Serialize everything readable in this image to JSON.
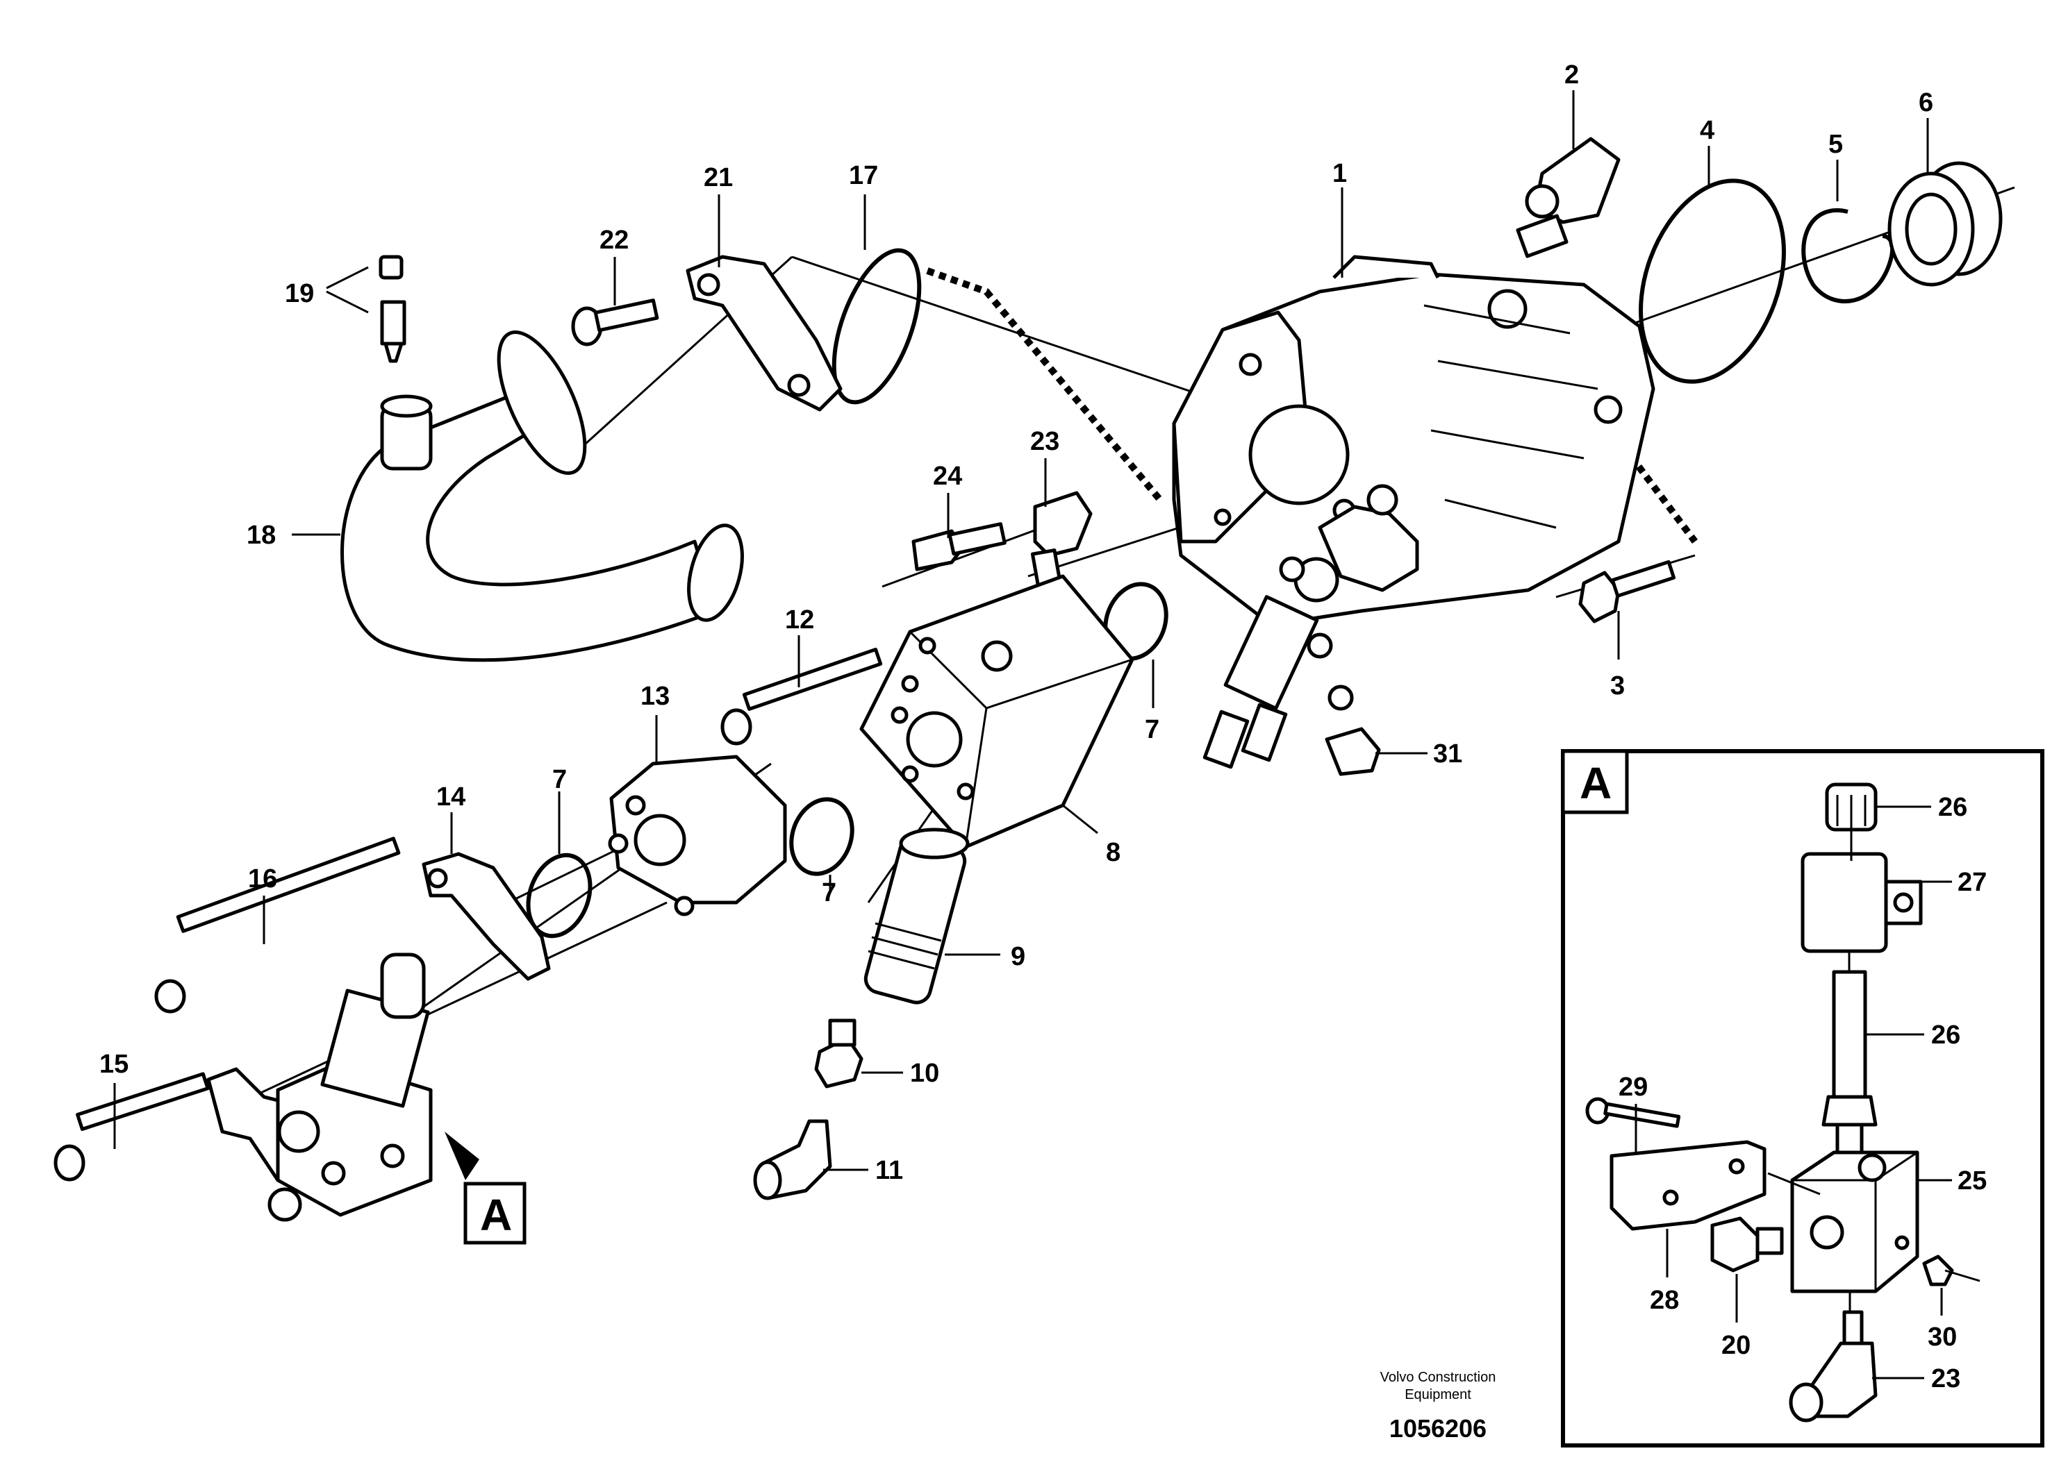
{
  "labels": {
    "l1": "1",
    "l2": "2",
    "l3": "3",
    "l4": "4",
    "l5": "5",
    "l6": "6",
    "l7a": "7",
    "l7b": "7",
    "l7c": "7",
    "l8": "8",
    "l9": "9",
    "l10": "10",
    "l11": "11",
    "l12": "12",
    "l13": "13",
    "l14": "14",
    "l15": "15",
    "l16": "16",
    "l17": "17",
    "l18": "18",
    "l19": "19",
    "l21": "21",
    "l22": "22",
    "l23": "23",
    "l24": "24",
    "l31": "31"
  },
  "detail_labels": {
    "l20": "20",
    "l23": "23",
    "l25": "25",
    "l26a": "26",
    "l26b": "26",
    "l27": "27",
    "l28": "28",
    "l29": "29",
    "l30": "30"
  },
  "view_marker": "A",
  "detail_marker": "A",
  "footer": {
    "line1": "Volvo Construction",
    "line2": "Equipment",
    "code": "1056206"
  }
}
